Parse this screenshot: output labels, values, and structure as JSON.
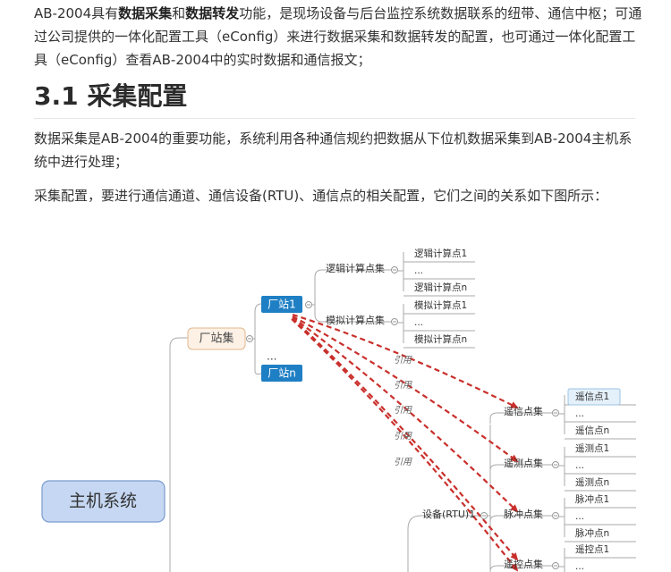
{
  "intro": {
    "t1": "AB-2004具有",
    "b1": "数据采集",
    "t2": "和",
    "b2": "数据转发",
    "t3": "功能，是现场设备与后台监控系统数据联系的纽带、通信中枢；可通过公司提供的一体化配置工具（eConfig）来进行数据采集和数据转发的配置，也可通过一体化配置工具（eConfig）查看AB-2004中的实时数据和通信报文；"
  },
  "section": {
    "title": "3.1 采集配置"
  },
  "para2": "数据采集是AB-2004的重要功能，系统利用各种通信规约把数据从下位机数据采集到AB-2004主机系统中进行处理；",
  "para3": "采集配置，要进行通信通道、通信设备(RTU)、通信点的相关配置，它们之间的关系如下图所示：",
  "diagram": {
    "root": "主机系统",
    "station_set": "厂站集",
    "station1": "厂站1",
    "station_ellipsis": "...",
    "stationn": "厂站n",
    "logic_set": "逻辑计算点集",
    "logic_items": [
      "逻辑计算点1",
      "...",
      "逻辑计算点n"
    ],
    "sim_set": "模拟计算点集",
    "sim_items": [
      "模拟计算点1",
      "...",
      "模拟计算点n"
    ],
    "ref_label": "引用",
    "device": "设备(RTU)1",
    "comm_set": "遥信点集",
    "comm_items": [
      "遥信点1",
      "...",
      "遥信点n"
    ],
    "meas_set": "遥测点集",
    "meas_items": [
      "遥测点1",
      "...",
      "遥测点n"
    ],
    "pulse_set": "脉冲点集",
    "pulse_items": [
      "脉冲点1",
      "...",
      "脉冲点n"
    ],
    "ctrl_set": "遥控点集",
    "ctrl_items": [
      "遥控点1",
      "..."
    ],
    "colors": {
      "root_fill": "#c5d7f2",
      "root_stroke": "#7b9bcf",
      "station_set_fill": "#fdf1e6",
      "station_set_stroke": "#e3b78f",
      "station_fill": "#1f7fc4",
      "arrow": "#c9302c",
      "line": "#aaaaaa",
      "highlight_fill": "#e4f0fa",
      "highlight_stroke": "#9cc3e4"
    }
  }
}
